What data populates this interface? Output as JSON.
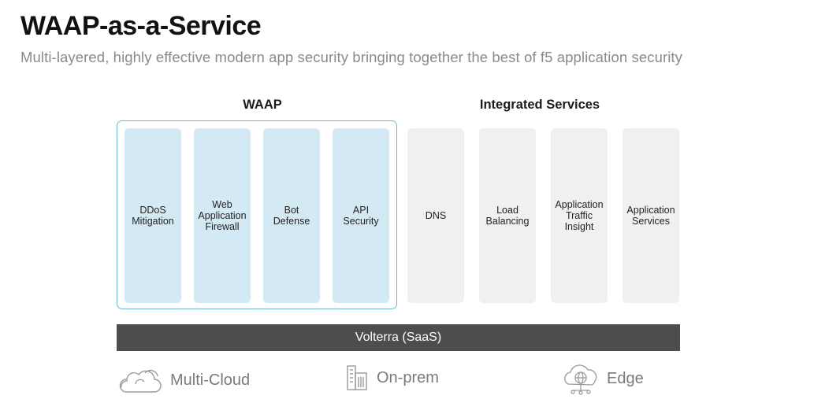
{
  "header": {
    "title": "WAAP-as-a-Service",
    "subtitle": "Multi-layered, highly effective modern app security bringing together the best of f5 application security"
  },
  "groups": {
    "waap": {
      "heading": "WAAP",
      "items": [
        "DDoS\nMitigation",
        "Web\nApplication\nFirewall",
        "Bot\nDefense",
        "API\nSecurity"
      ]
    },
    "integrated": {
      "heading": "Integrated Services",
      "items": [
        "DNS",
        "Load\nBalancing",
        "Application\nTraffic\nInsight",
        "Application\nServices"
      ]
    }
  },
  "platform": {
    "label": "Volterra (SaaS)"
  },
  "environments": [
    {
      "label": "Multi-Cloud",
      "icon": "cloud-icon"
    },
    {
      "label": "On-prem",
      "icon": "building-icon"
    },
    {
      "label": "Edge",
      "icon": "globe-network-icon"
    }
  ],
  "colors": {
    "waap_fill": "#d3eaf5",
    "waap_border": "#6fb6d3",
    "service_fill": "#f0f0f0",
    "platform_bar": "#4d4d4d"
  }
}
